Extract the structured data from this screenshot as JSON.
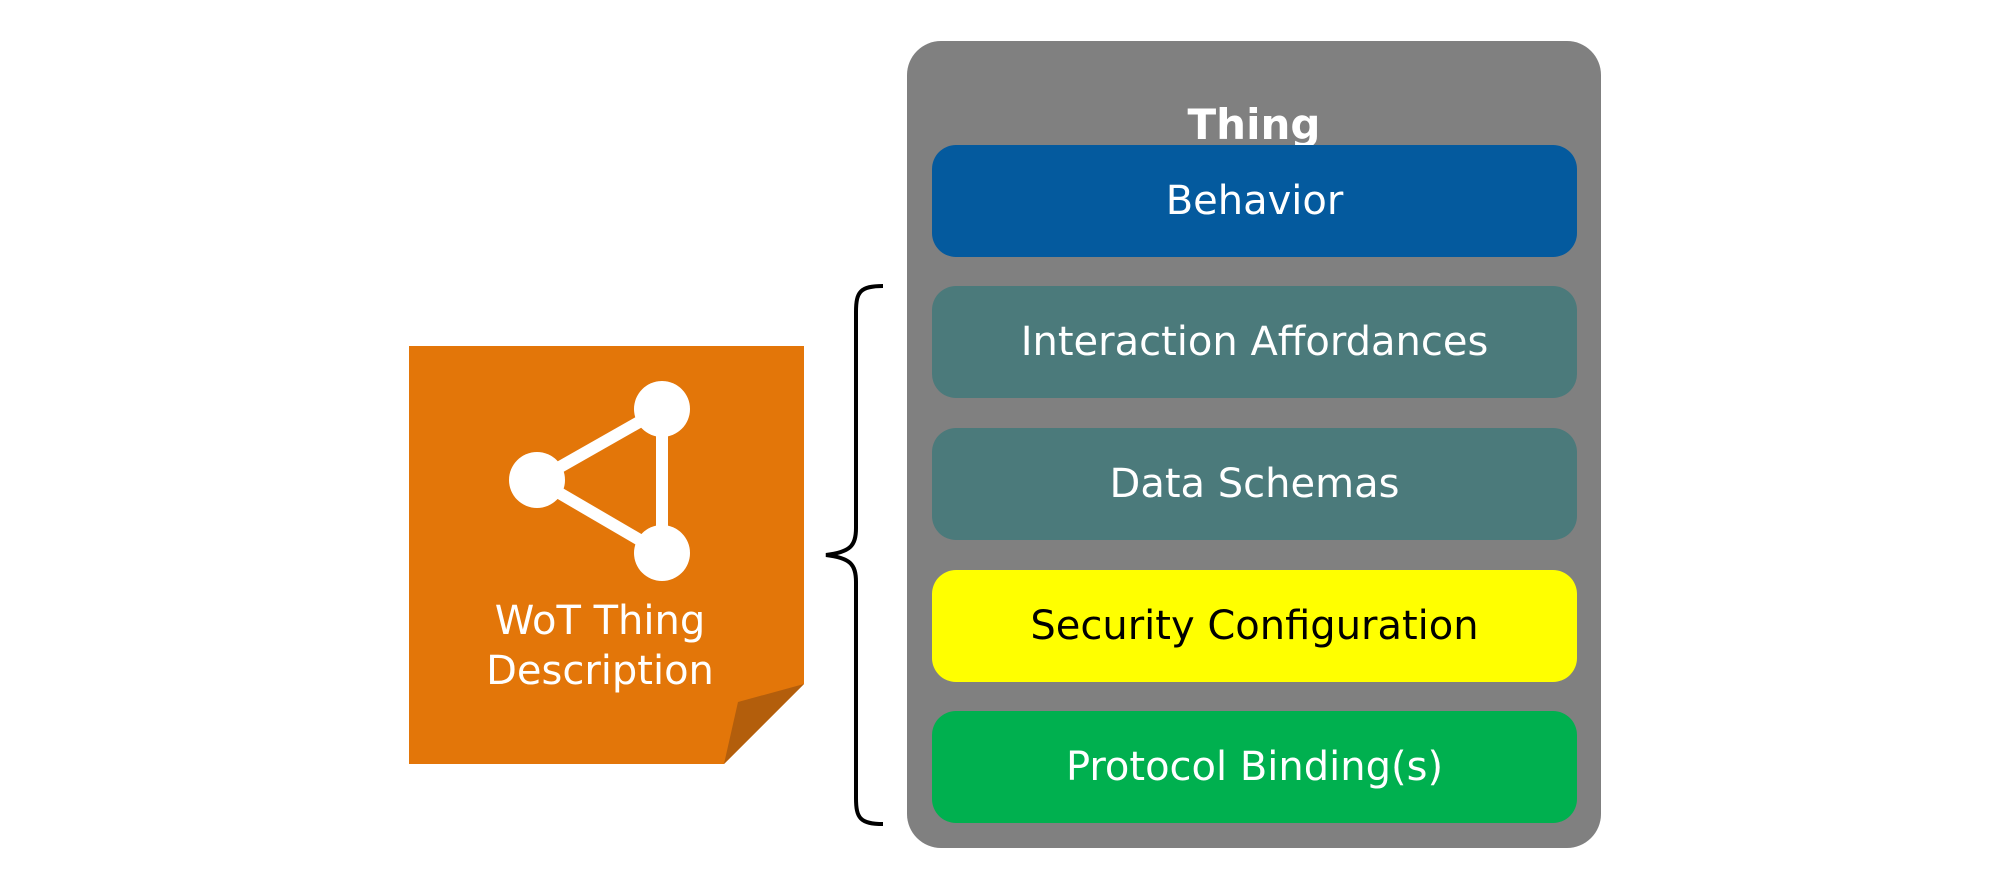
{
  "thing_description": {
    "label_line1": "WoT Thing",
    "label_line2": "Description",
    "color": "#E37609",
    "fold_color": "#B35E0C",
    "icon": "graph-triangle-icon"
  },
  "thing": {
    "title": "Thing",
    "layers": [
      {
        "label": "Behavior",
        "bg": "#045A9E",
        "fg": "#FFFFFF"
      },
      {
        "label": "Interaction Affordances",
        "bg": "#4B7A7B",
        "fg": "#FFFFFF"
      },
      {
        "label": "Data Schemas",
        "bg": "#4B7A7B",
        "fg": "#FFFFFF"
      },
      {
        "label": "Security Configuration",
        "bg": "#FFFF00",
        "fg": "#000000"
      },
      {
        "label": "Protocol Binding(s)",
        "bg": "#00B04F",
        "fg": "#FFFFFF"
      }
    ]
  },
  "colors": {
    "container": "#808080",
    "brace": "#000000"
  }
}
